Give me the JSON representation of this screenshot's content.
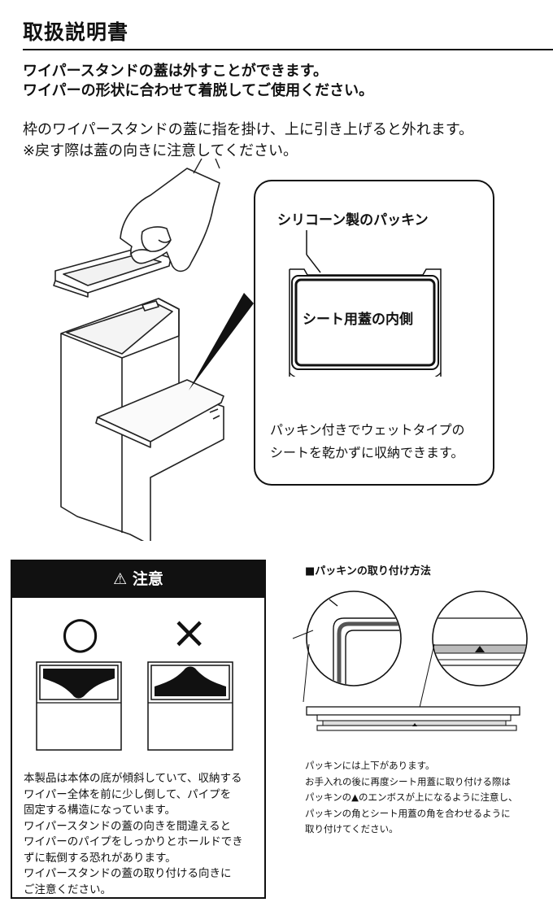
{
  "header": {
    "title": "取扱説明書"
  },
  "intro": {
    "lead_lines": [
      "ワイパースタンドの蓋は外すことができます。",
      "ワイパーの形状に合わせて着脱してご使用ください。"
    ],
    "body_lines": [
      "枠のワイパースタンドの蓋に指を掛け、上に引き上げると外れます。",
      "※戻す際は蓋の向きに注意してください。"
    ]
  },
  "callout": {
    "gasket_label": "シリコーン製のパッキン",
    "lid_label": "シート用蓋の内側",
    "caption_lines": [
      "パッキン付きでウェットタイプの",
      "シートを乾かずに収納できます。"
    ]
  },
  "caution": {
    "heading": "注意",
    "correct_mark": "○",
    "wrong_mark": "×",
    "text_lines": [
      "本製品は本体の底が傾斜していて、収納する",
      "ワイパー全体を前に少し倒して、パイプを",
      "固定する構造になっています。",
      "ワイパースタンドの蓋の向きを間違えると",
      "ワイパーのパイプをしっかりとホールドでき",
      "ずに転倒する恐れがあります。",
      "ワイパースタンドの蓋の取り付ける向きに",
      "ご注意ください。"
    ]
  },
  "packing": {
    "title": "■パッキンの取り付け方法",
    "text_lines": [
      "パッキンには上下があります。",
      "お手入れの後に再度シート用蓋に取り付ける際は",
      "パッキンの▲のエンボスが上になるように注意し、",
      "パッキンの角とシート用蓋の角を合わせるように",
      "取り付けてください。"
    ]
  }
}
